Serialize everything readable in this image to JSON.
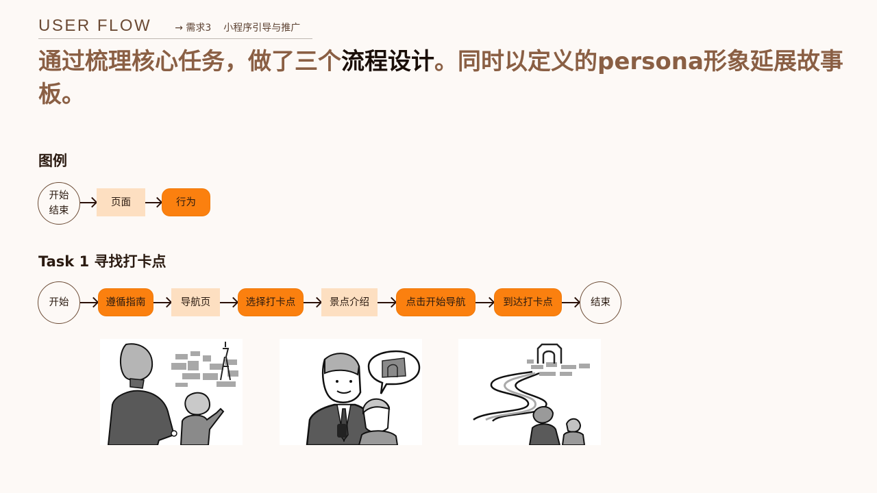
{
  "header": {
    "eyebrow": "USER FLOW",
    "requirement": "→ 需求3",
    "requirement_title": "小程序引导与推广"
  },
  "headline": {
    "part1": "通过梳理核心任务，做了三个",
    "accent": "流程设计",
    "part2": "。同时以定义的persona形象延展故事板。"
  },
  "legend": {
    "title": "图例",
    "items": [
      {
        "type": "circle",
        "label_line1": "开始",
        "label_line2": "结束"
      },
      {
        "type": "page",
        "label": "页面"
      },
      {
        "type": "action",
        "label": "行为"
      }
    ]
  },
  "task1": {
    "title": "Task 1 寻找打卡点",
    "steps": [
      {
        "type": "circle",
        "label": "开始"
      },
      {
        "type": "action",
        "label": "遵循指南"
      },
      {
        "type": "page",
        "label": "导航页"
      },
      {
        "type": "action",
        "label": "选择打卡点"
      },
      {
        "type": "page",
        "label": "景点介绍"
      },
      {
        "type": "action",
        "label": "点击开始导航"
      },
      {
        "type": "action",
        "label": "到达打卡点"
      },
      {
        "type": "circle",
        "label": "结束"
      }
    ]
  },
  "storyboard": {
    "panels": [
      {
        "scene": "parent-and-child-looking-at-tower-skyline"
      },
      {
        "scene": "parent-with-phone-child-thinking-of-landmark"
      },
      {
        "scene": "parent-and-child-walking-winding-road-to-arch"
      }
    ]
  },
  "colors": {
    "background": "#fdf9f6",
    "brown_text": "#8a5f44",
    "action_orange": "#fb800f",
    "page_peach": "#fddfc1",
    "dark_text": "#2a1a10"
  }
}
